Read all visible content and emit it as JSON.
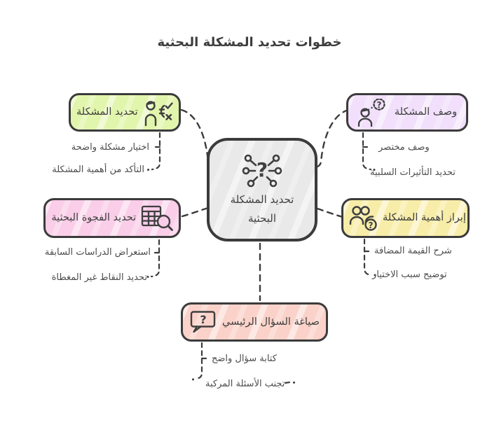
{
  "title": "خطوات تحديد المشكلة البحثية",
  "center": {
    "label_line1": "تحديد المشكلة",
    "label_line2": "البحثية",
    "icon": "network-question-icon",
    "color": "#e9e9e9"
  },
  "nodes": [
    {
      "id": "define-problem",
      "label": "تحديد المشكلة",
      "icon": "person-choice-icon",
      "color": "#e2f5ac",
      "items": [
        "اختيار مشكلة واضحة",
        "التأكد من أهمية المشكلة"
      ]
    },
    {
      "id": "describe-problem",
      "label": "وصف المشكلة",
      "icon": "person-thinking-icon",
      "color": "#f1dffb",
      "items": [
        "وصف مختصر",
        "تحديد التأثيرات السلبية"
      ]
    },
    {
      "id": "research-gap",
      "label": "تحديد الفجوة البحثية",
      "icon": "table-search-icon",
      "color": "#facde8",
      "items": [
        "استعراض الدراسات السابقة",
        "تحديد النقاط غير المغطاة"
      ]
    },
    {
      "id": "problem-importance",
      "label": "إبراز أهمية المشكلة",
      "icon": "people-question-icon",
      "color": "#f8eda8",
      "items": [
        "شرح القيمة المضافة",
        "توضيح سبب الاختيار"
      ]
    },
    {
      "id": "main-question",
      "label": "صياغة السؤال الرئيسي",
      "icon": "question-bubble-icon",
      "color": "#fad2c9",
      "items": [
        "كتابة سؤال واضح",
        "تجنب الأسئلة المركبة"
      ]
    }
  ],
  "colors": {
    "stroke": "#3c3c3c",
    "text": "#3f3f3f",
    "sub_text": "#4c4c4c",
    "background": "#ffffff"
  }
}
